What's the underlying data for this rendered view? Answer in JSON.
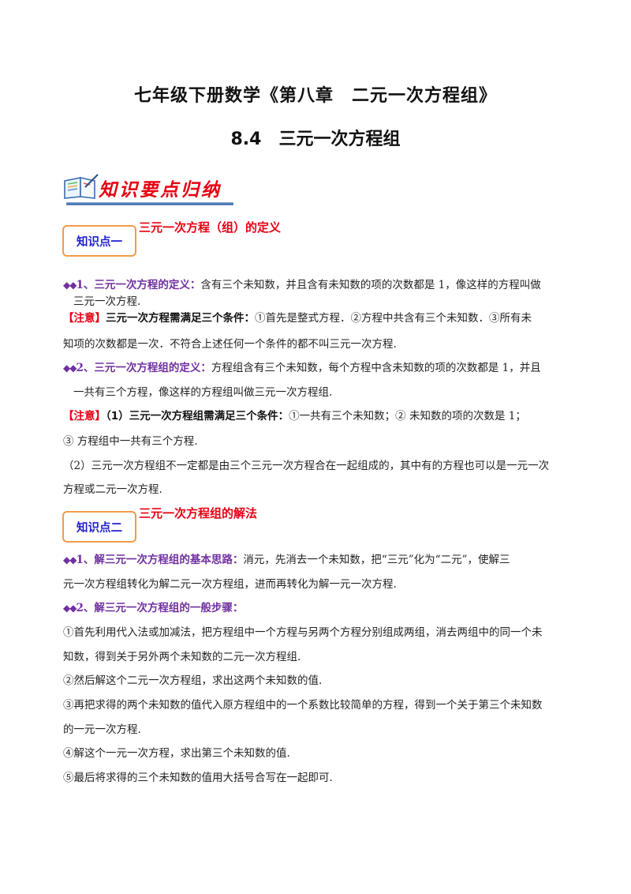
{
  "header": {
    "title_line1": "七年级下册数学《第八章　二元一次方程组》",
    "section_num": "8.4",
    "section_title": "三元一次方程组"
  },
  "banner": {
    "icon": "open-book-pen-icon",
    "label": "知识要点归纳"
  },
  "knowledge_points": [
    {
      "badge": "知识点一",
      "title": "三元一次方程（组）的定义",
      "lines": {
        "l1_lead": "1、三元一次方程的定义：",
        "l1_text": "含有三个未知数，并且含有未知数的项的次数都是 1，像这样的方程叫做",
        "l2_text": "三元一次方程.",
        "l3_tag": "【注意】",
        "l3_bold": "三元一次方程需满足三个条件：",
        "l3_text": "①首先是整式方程．②方程中共含有三个未知数．③所有未",
        "l4_text": "知项的次数都是一次．不符合上述任何一个条件的都不叫三元一次方程.",
        "l5_lead": "2、三元一次方程组的定义：",
        "l5_text": "方程组含有三个未知数，每个方程中含未知数的项的次数都是 1，并且",
        "l6_text": "一共有三个方程，像这样的方程组叫做三元一次方程组.",
        "l7_tag": "【注意】",
        "l7_bold": "（1）三元一次方程组需满足三个条件：",
        "l7_text": "①一共有三个未知数；② 未知数的项的次数是 1；",
        "l8_text": "③ 方程组中一共有三个方程.",
        "l9_text": "（2）三元一次方程组不一定都是由三个三元一次方程合在一起组成的，其中有的方程也可以是一元一次",
        "l10_text": "方程或二元一次方程."
      }
    },
    {
      "badge": "知识点二",
      "title": "三元一次方程组的解法",
      "lines": {
        "l1_lead": "1、解三元一次方程组的基本思路：",
        "l1_text": "消元，先消去一个未知数，把“三元”化为“二元”，使解三",
        "l2_text": "元一次方程组转化为解二元一次方程组，进而再转化为解一元一次方程.",
        "l3_lead": "2、解三元一次方程组的一般步骤：",
        "steps": [
          "①首先利用代入法或加减法，把方程组中一个方程与另两个方程分别组成两组，消去两组中的同一个未",
          "知数，得到关于另外两个未知数的二元一次方程组.",
          "②然后解这个二元一次方程组，求出这两个未知数的值.",
          "③再把求得的两个未知数的值代入原方程组中的一个系数比较简单的方程，得到一个关于第三个未知数",
          "的一元一次方程.",
          "④解这个一元一次方程，求出第三个未知数的值.",
          "⑤最后将求得的三个未知数的值用大括号合写在一起即可."
        ]
      }
    }
  ],
  "bullet": "◆◆",
  "colors": {
    "accent_purple": "#7030a0",
    "accent_red": "#e60012",
    "badge_border": "#f29a4a",
    "badge_text": "#1f1fd0",
    "banner_line": "#3f6fae"
  }
}
